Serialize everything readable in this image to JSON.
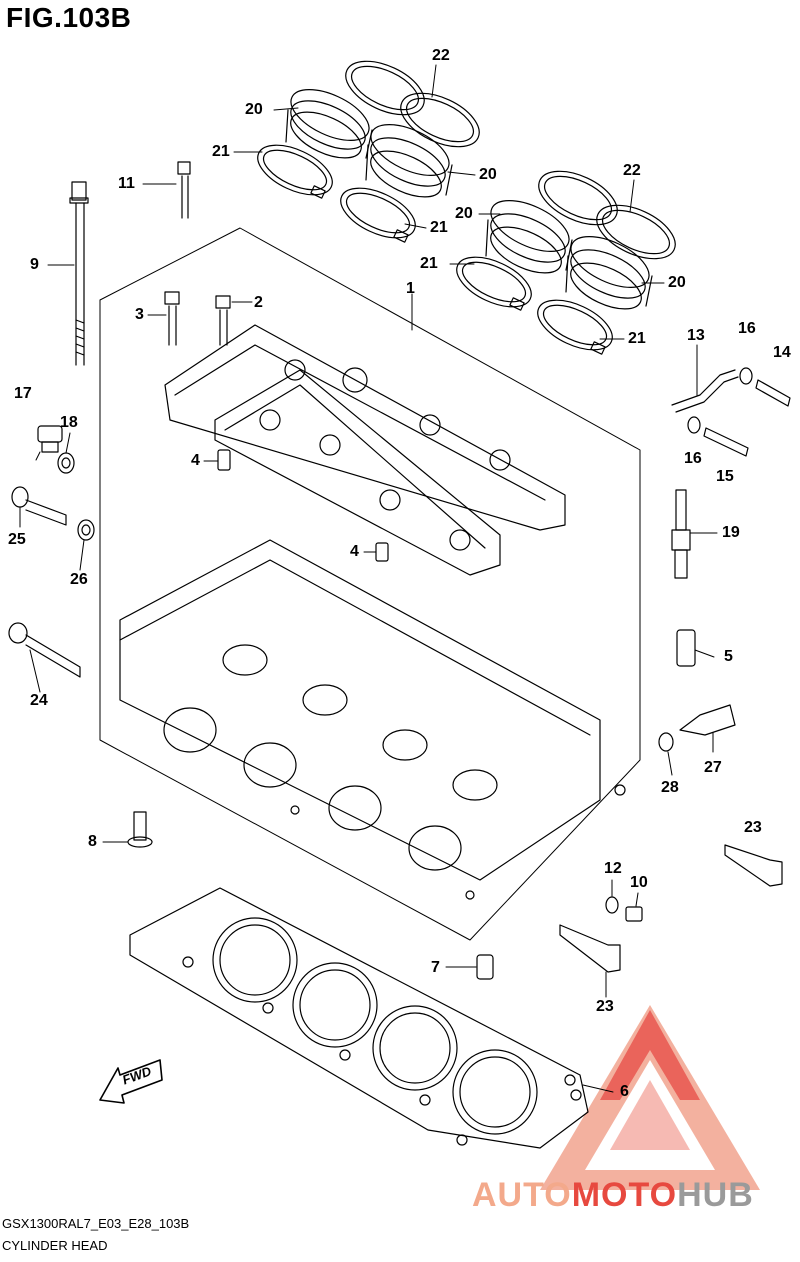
{
  "figure": {
    "title": "FIG.103B"
  },
  "footer": {
    "code": "GSX1300RAL7_E03_E28_103B",
    "caption": "CYLINDER HEAD"
  },
  "direction_tag": "FWD",
  "watermark": {
    "part1": "AUTO",
    "part2": "MOTO",
    "part3": "HUB"
  },
  "callouts": [
    {
      "id": "c22a",
      "text": "22"
    },
    {
      "id": "c20a",
      "text": "20"
    },
    {
      "id": "c21a",
      "text": "21"
    },
    {
      "id": "c20b",
      "text": "20"
    },
    {
      "id": "c11",
      "text": "11"
    },
    {
      "id": "c21b",
      "text": "21"
    },
    {
      "id": "c22b",
      "text": "22"
    },
    {
      "id": "c20c",
      "text": "20"
    },
    {
      "id": "c9",
      "text": "9"
    },
    {
      "id": "c21c",
      "text": "21"
    },
    {
      "id": "c20d",
      "text": "20"
    },
    {
      "id": "c1",
      "text": "1"
    },
    {
      "id": "c3",
      "text": "3"
    },
    {
      "id": "c2",
      "text": "2"
    },
    {
      "id": "c21d",
      "text": "21"
    },
    {
      "id": "c13",
      "text": "13"
    },
    {
      "id": "c16a",
      "text": "16"
    },
    {
      "id": "c14",
      "text": "14"
    },
    {
      "id": "c17",
      "text": "17"
    },
    {
      "id": "c18",
      "text": "18"
    },
    {
      "id": "c4a",
      "text": "4"
    },
    {
      "id": "c16b",
      "text": "16"
    },
    {
      "id": "c15",
      "text": "15"
    },
    {
      "id": "c25",
      "text": "25"
    },
    {
      "id": "c19",
      "text": "19"
    },
    {
      "id": "c4b",
      "text": "4"
    },
    {
      "id": "c26",
      "text": "26"
    },
    {
      "id": "c5",
      "text": "5"
    },
    {
      "id": "c24",
      "text": "24"
    },
    {
      "id": "c27",
      "text": "27"
    },
    {
      "id": "c28",
      "text": "28"
    },
    {
      "id": "c23a",
      "text": "23"
    },
    {
      "id": "c8",
      "text": "8"
    },
    {
      "id": "c12",
      "text": "12"
    },
    {
      "id": "c10",
      "text": "10"
    },
    {
      "id": "c7",
      "text": "7"
    },
    {
      "id": "c23b",
      "text": "23"
    },
    {
      "id": "c6",
      "text": "6"
    }
  ]
}
